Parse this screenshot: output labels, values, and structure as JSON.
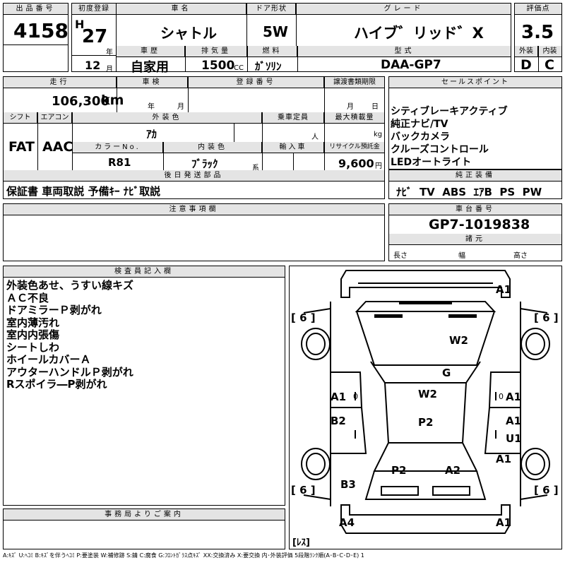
{
  "header": {
    "lot_label": "出品番号",
    "lot_value": "4158",
    "first_reg_label": "初度登録",
    "era": "H",
    "year": "27",
    "year_unit": "年",
    "month": "12",
    "month_unit": "月",
    "car_name_label": "車名",
    "car_name": "シャトル",
    "door_label": "ドア形状",
    "door": "5W",
    "grade_label": "グレード",
    "grade": "ハイブ゛リッド゛X",
    "score_label": "評価点",
    "score": "3.5",
    "exterior_label": "外装",
    "exterior": "D",
    "interior_label": "内装",
    "interior": "C",
    "history_label": "車歴",
    "history": "自家用",
    "displacement_label": "排気量",
    "displacement": "1500",
    "displacement_unit": "CC",
    "fuel_label": "燃料",
    "fuel": "ｶﾞｿﾘﾝ",
    "model_label": "型式",
    "model": "DAA-GP7"
  },
  "mid": {
    "mileage_label": "走行",
    "mileage": "106,300",
    "mileage_unit": "km",
    "inspection_label": "車検",
    "year_unit": "年",
    "month_unit": "月",
    "plate_label": "登録番号",
    "transfer_label": "譲渡書類期限",
    "shift_label": "シフト",
    "shift": "FAT",
    "ac_label": "エアコン",
    "ac": "AAC",
    "ext_color_label": "外装色",
    "ext_color": "ｱｶ",
    "capacity_label": "乗車定員",
    "capacity_unit": "人",
    "load_label": "最大積載量",
    "load_unit": "kg",
    "color_no_label": "カラーNo.",
    "color_no": "R81",
    "int_color_label": "内装色",
    "int_color": "ﾌﾞﾗｯｸ",
    "int_color_unit": "系",
    "import_label": "輸入車",
    "recycle_label": "リサイクル預託金",
    "recycle": "9,600",
    "recycle_unit": "円",
    "post_label": "後日発送部品",
    "post_items": "保証書 車両取説 予備ｷｰ ﾅﾋﾞ取説"
  },
  "sales": {
    "label": "セールスポイント",
    "items": [
      "シティブレーキアクティブ",
      "純正ナビ/TV",
      "バックカメラ",
      "クルーズコントロール",
      "LEDオートライト"
    ]
  },
  "equipment": {
    "label": "純正装備",
    "items": "ﾅﾋﾞ  TV  ABS  ｴｱB  PS  PW"
  },
  "caution": {
    "label": "注意事項欄"
  },
  "chassis": {
    "label": "車台番号",
    "value": "GP7-1019838",
    "spec_label": "諸元",
    "length_label": "長さ",
    "width_label": "幅",
    "height_label": "高さ"
  },
  "inspector": {
    "label": "検査員記入欄",
    "notes": [
      "外装色あせ、うすい線キズ",
      "ＡＣ不良",
      "ドアミラーＰ剥がれ",
      "室内薄汚れ",
      "室内内張傷",
      "シートしわ",
      "ホイールカバーＡ",
      "アウターハンドルＰ剥がれ",
      "Rスポイラ―P剥がれ"
    ]
  },
  "office": {
    "label": "事務局よりご案内"
  },
  "diagram": {
    "tire_fl": "[ 6 ]",
    "tire_fr": "[ 6 ]",
    "tire_rl": "[ 6 ]",
    "tire_rr": "[ 6 ]",
    "marks": {
      "front_bumper_r": "A1",
      "hood": "W2",
      "windshield": "G",
      "roof": "W2",
      "fender_l": "A1",
      "fender_l_sub": "0",
      "fender_r": "A1",
      "fender_r_sub": "0",
      "door_r_front": "A1",
      "door_r_front2": "U1",
      "door_l_rear": "B2",
      "roof_rear": "P2",
      "quarter_r": "A1",
      "rear_glass_l": "P2",
      "rear_glass_r": "A2",
      "quarter_l": "B3",
      "rear_bumper_l": "A4",
      "rear_bumper_r": "A1"
    },
    "less_label": "[ﾚｽ]"
  },
  "legend": "A:ｷｽﾞ  U:ﾍｺﾐ  B:ｷｽﾞを伴うﾍｺﾐ  P:要塗装  W:補修跡  S:錆  C:腐食  G:ﾌﾛﾝﾄｶﾞﾗｽ点ｷｽﾞ  XX:交換済み  X:要交換   内･外装評価  5段階ﾗﾝｸ順(A･B･C･D･E) 1"
}
